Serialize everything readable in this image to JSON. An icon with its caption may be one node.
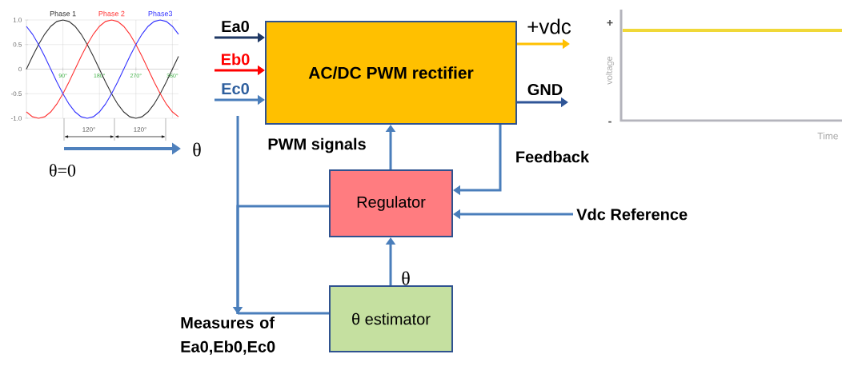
{
  "diagram": {
    "nodes": [
      {
        "text": [
          "AC/DC PWM rectifier"
        ]
      },
      {
        "text": [
          "Regulator"
        ]
      },
      {
        "text": [
          "θ estimator"
        ]
      },
      {
        "text": [
          "Vdc Reference"
        ]
      },
      {
        "text": [
          "Measures of Ea0,Eb0,Ec0"
        ]
      }
    ],
    "edges": [
      {
        "from": null,
        "to": 0,
        "arrow": "to",
        "label": "Ea0",
        "color": "#1f3864"
      },
      {
        "from": null,
        "to": 0,
        "arrow": "to",
        "label": "Eb0",
        "color": "#ff0000"
      },
      {
        "from": null,
        "to": 0,
        "arrow": "to",
        "label": "Ec0"
      },
      {
        "from": 0,
        "to": null,
        "arrow": "to",
        "label": "+vdc",
        "color": "#ffc000"
      },
      {
        "from": 0,
        "to": null,
        "arrow": "to",
        "label": "GND",
        "color": "#2f5597"
      },
      {
        "from": 1,
        "to": 0,
        "arrow": "to",
        "label": "PWM signals"
      },
      {
        "from": 0,
        "to": 1,
        "arrow": "to",
        "label": "Feedback"
      },
      {
        "from": 3,
        "to": 1,
        "arrow": "to"
      },
      {
        "from": 2,
        "to": 1,
        "arrow": "to",
        "label": "θ"
      },
      {
        "from": null,
        "to": 4,
        "arrow": "to"
      },
      {
        "from": 4,
        "to": 1,
        "arrow": "none"
      },
      {
        "from": 4,
        "to": 2,
        "arrow": "none"
      }
    ],
    "labels": [
      "120°",
      "120°",
      "θ",
      "θ=0",
      "+",
      "voltage",
      "-",
      "Time"
    ],
    "chart_data": {
      "type": "line",
      "x": [
        0,
        15,
        30,
        45,
        60,
        75,
        90,
        105,
        120,
        135,
        150,
        165,
        180,
        195,
        210,
        225,
        240,
        255,
        270,
        285,
        300,
        315,
        330,
        345,
        360,
        375
      ],
      "series": [
        {
          "name": "Phase 1",
          "color": "#333333",
          "values": [
            0,
            0.26,
            0.5,
            0.71,
            0.87,
            0.97,
            1,
            0.97,
            0.87,
            0.71,
            0.5,
            0.26,
            0,
            -0.26,
            -0.5,
            -0.71,
            -0.87,
            -0.97,
            -1,
            -0.97,
            -0.87,
            -0.71,
            -0.5,
            -0.26,
            0,
            0.26
          ]
        },
        {
          "name": "Phase 2",
          "color": "#ff3333",
          "values": [
            -0.87,
            -0.97,
            -1,
            -0.97,
            -0.87,
            -0.71,
            -0.5,
            -0.26,
            0,
            0.26,
            0.5,
            0.71,
            0.87,
            0.97,
            1,
            0.97,
            0.87,
            0.71,
            0.5,
            0.26,
            0,
            -0.26,
            -0.5,
            -0.71,
            -0.87,
            -0.97
          ]
        },
        {
          "name": "Phase3",
          "color": "#3333ff",
          "values": [
            0.87,
            0.71,
            0.5,
            0.26,
            0,
            -0.26,
            -0.5,
            -0.71,
            -0.87,
            -0.97,
            -1,
            -0.97,
            -0.87,
            -0.71,
            -0.5,
            -0.26,
            0,
            0.26,
            0.5,
            0.71,
            0.87,
            0.97,
            1,
            0.97,
            0.87,
            0.71
          ]
        }
      ],
      "xlim": [
        0,
        375
      ],
      "ylim": [
        -1,
        1
      ],
      "grid": true,
      "xticks": [
        {
          "value": 90,
          "label": "90°"
        },
        {
          "value": 180,
          "label": "180°"
        },
        {
          "value": 270,
          "label": "270°"
        },
        {
          "value": 360,
          "label": "360°"
        }
      ],
      "yticks": [
        {
          "value": -1,
          "label": "-1.0"
        },
        {
          "value": -0.5,
          "label": "-0.5"
        },
        {
          "value": 0,
          "label": "0"
        },
        {
          "value": 0.5,
          "label": "0.5"
        },
        {
          "value": 1,
          "label": "1.0"
        }
      ]
    }
  }
}
